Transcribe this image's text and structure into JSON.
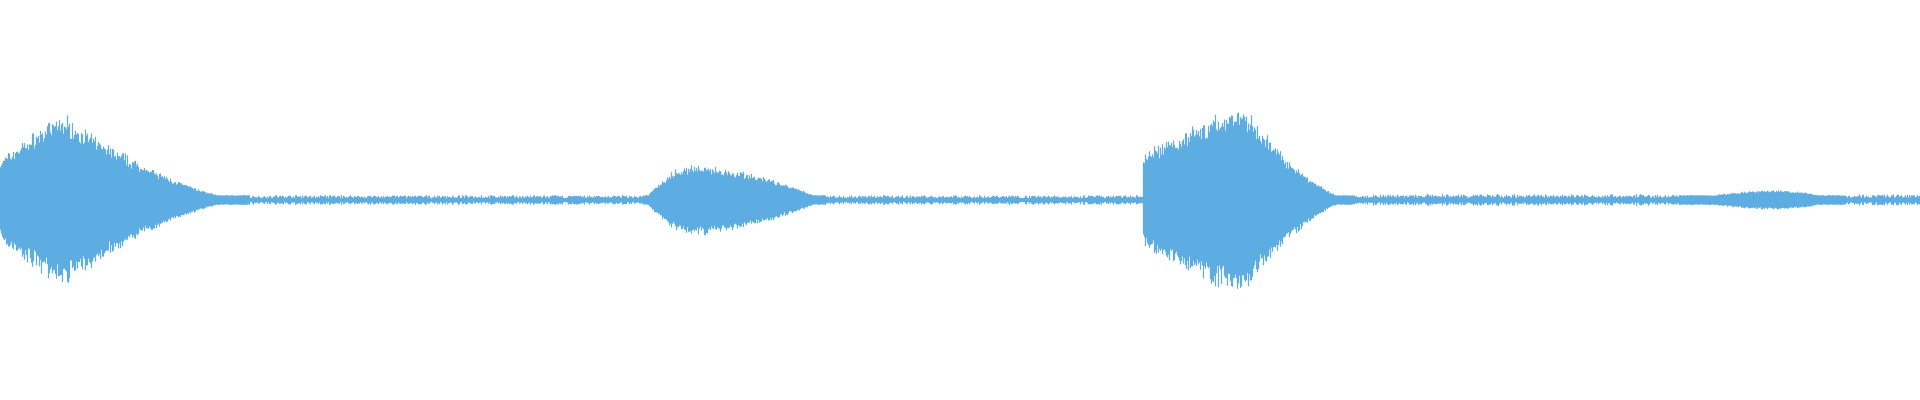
{
  "waveform": {
    "color": "#5dade2",
    "background": "#ffffff",
    "segments": [
      {
        "start": 0.0,
        "end": 0.13,
        "peak": 0.9,
        "peak_at": 0.033,
        "shape": "burst"
      },
      {
        "start": 0.13,
        "end": 0.335,
        "peak": 0.05,
        "shape": "noise"
      },
      {
        "start": 0.335,
        "end": 0.43,
        "peak": 0.36,
        "peak_at": 0.36,
        "shape": "swell"
      },
      {
        "start": 0.43,
        "end": 0.595,
        "peak": 0.05,
        "shape": "noise"
      },
      {
        "start": 0.595,
        "end": 0.705,
        "peak": 1.0,
        "peak_at": 0.647,
        "shape": "burst"
      },
      {
        "start": 0.705,
        "end": 0.875,
        "peak": 0.06,
        "shape": "noise"
      },
      {
        "start": 0.875,
        "end": 0.96,
        "peak": 0.1,
        "peak_at": 0.925,
        "shape": "swell"
      },
      {
        "start": 0.96,
        "end": 1.0,
        "peak": 0.06,
        "shape": "noise"
      }
    ]
  }
}
